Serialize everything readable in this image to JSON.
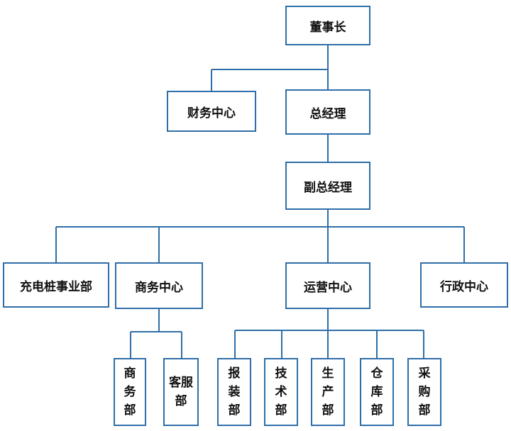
{
  "org": {
    "chairman": "董事长",
    "finance_center": "财务中心",
    "general_manager": "总经理",
    "deputy_gm": "副总经理",
    "charging_pile_division": "充电桩事业部",
    "business_center": "商务中心",
    "operation_center": "运营中心",
    "admin_center": "行政中心",
    "business_dept": "商务部",
    "customer_service_dept": "客服部",
    "customs_dept": "报装部",
    "tech_dept": "技术部",
    "production_dept": "生产部",
    "warehouse_dept": "仓库部",
    "purchasing_dept": "采购部"
  },
  "colors": {
    "line": "#2f6ea8",
    "box_border": "#2f6ea8",
    "text": "#111111"
  }
}
